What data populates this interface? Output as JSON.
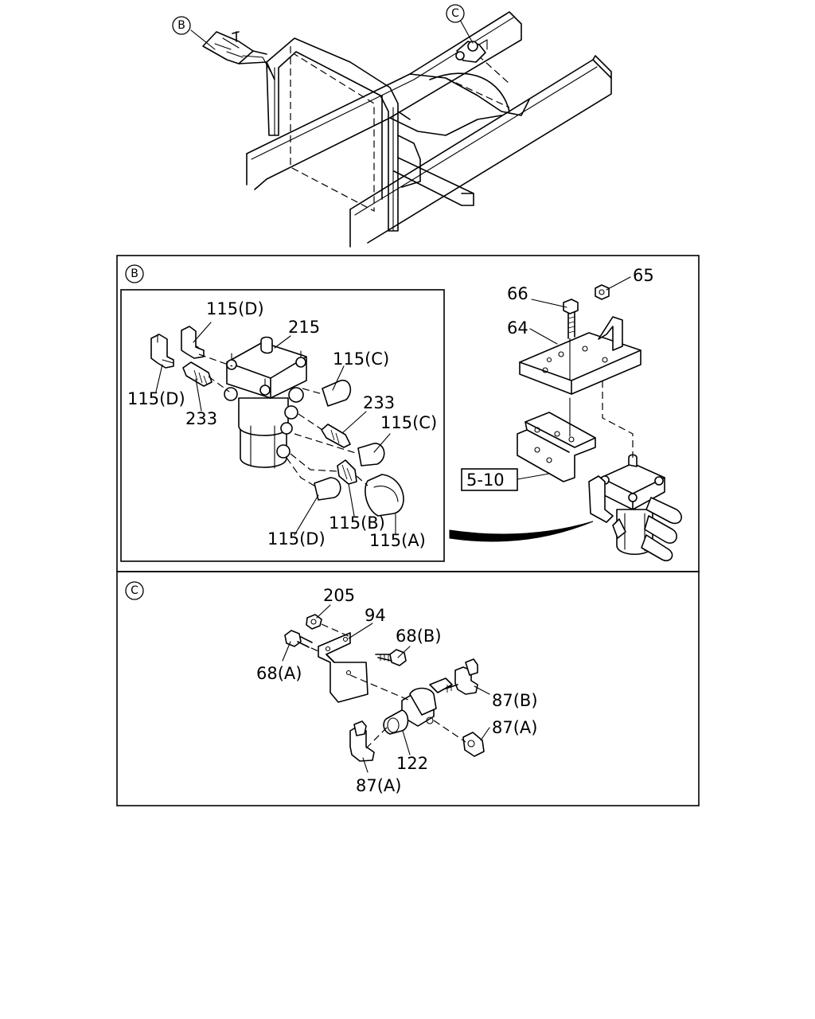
{
  "callouts": {
    "overview_b": "B",
    "overview_c": "C",
    "panel_b": "B",
    "panel_c": "C"
  },
  "panel_b": {
    "inset_labels": {
      "l115d_top": "115(D)",
      "l215": "215",
      "l115c_top": "115(C)",
      "l115d_left": "115(D)",
      "l233_left": "233",
      "l233_right": "233",
      "l115c_right": "115(C)",
      "l115d_bottom": "115(D)",
      "l115b": "115(B)",
      "l115a": "115(A)"
    },
    "bracket_labels": {
      "l66": "66",
      "l65": "65",
      "l64": "64",
      "l5_10": "5-10"
    }
  },
  "panel_c": {
    "labels": {
      "l205": "205",
      "l94": "94",
      "l68b": "68(B)",
      "l68a": "68(A)",
      "l87b": "87(B)",
      "l87a_right": "87(A)",
      "l122": "122",
      "l87a_bottom": "87(A)"
    }
  }
}
